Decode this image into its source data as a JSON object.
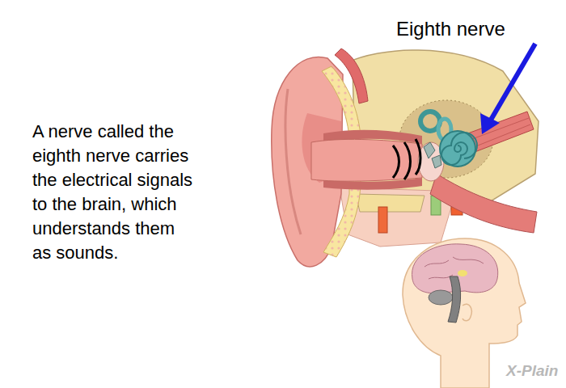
{
  "diagram": {
    "labels": [
      "A nerve called the eighth nerve carries the electrical signals to the brain, which understands them as sounds.",
      "Eighth nerve",
      "X-Plain"
    ]
  }
}
